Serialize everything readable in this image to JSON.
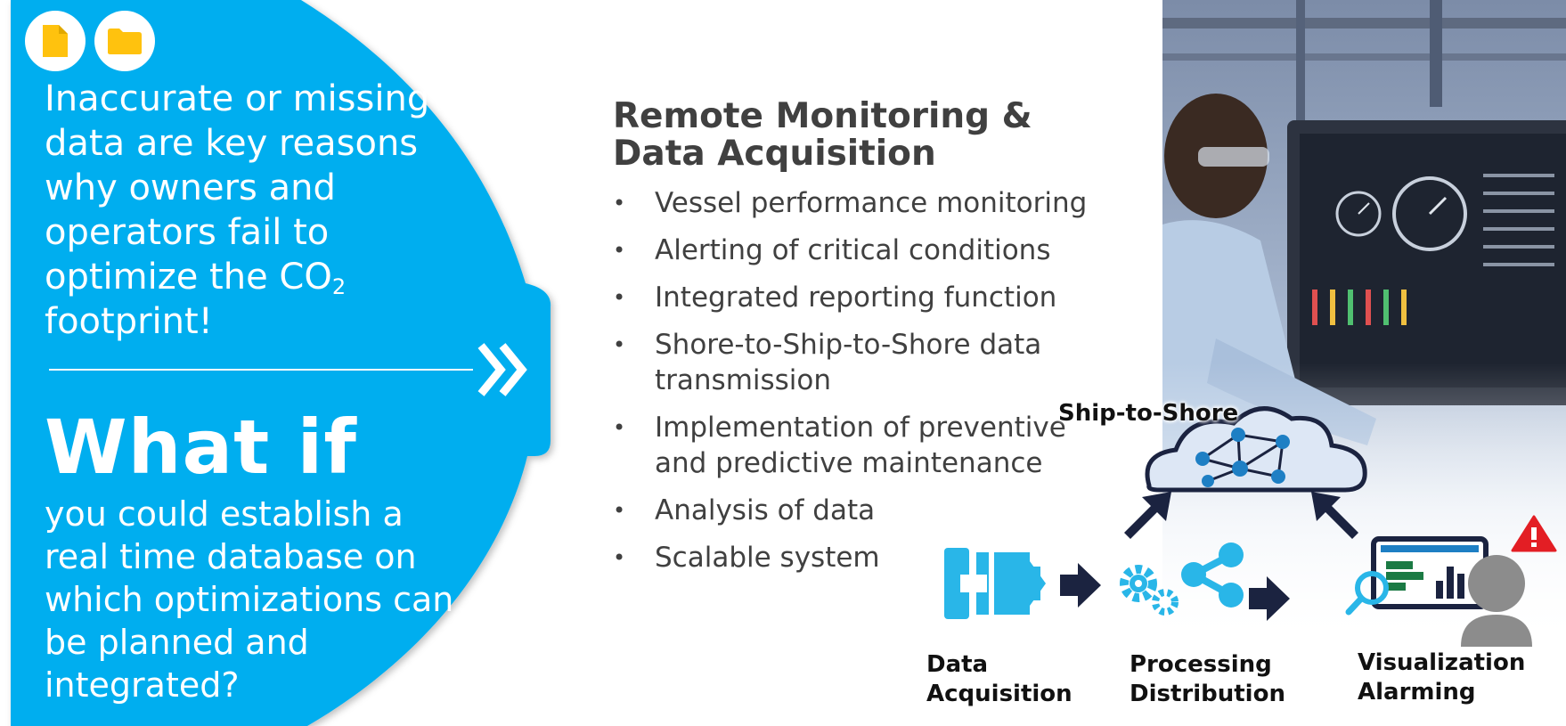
{
  "left_panel": {
    "statement_main": "Inaccurate or missing data are key reasons why owners and operators fail to optimize the CO",
    "statement_subscript": "2",
    "statement_tail": "footprint!",
    "what_if_heading": "What if",
    "what_if_question": "you could establish a real time database on which optimizations can be planned and integrated?",
    "icons": [
      "document-icon",
      "folder-icon",
      "chevron-double-right-icon"
    ],
    "colors": {
      "panel_blue": "#00AEEF",
      "icon_yellow": "#FFC20E"
    }
  },
  "middle": {
    "title_line1": "Remote Monitoring & ",
    "title_line2": "Data Acquisition",
    "features": [
      "Vessel performance monitoring",
      "Alerting of critical conditions",
      "Integrated reporting function",
      "Shore-to-Ship-to-Shore data transmission",
      "Implementation of preventive and predictive maintenance",
      "Analysis of data",
      "Scalable system"
    ],
    "text_color": "#404040"
  },
  "diagram": {
    "cloud_label": "Ship-to-Shore",
    "stages": [
      {
        "line1": "Data",
        "line2": "Acquisition"
      },
      {
        "line1": "Processing",
        "line2": "Distribution"
      },
      {
        "line1": "Visualization",
        "line2": "Alarming"
      }
    ],
    "icons": [
      "data-acquisition-icon",
      "arrow-right-icon",
      "gears-icon",
      "share-icon",
      "magnifier-icon",
      "dashboard-icon",
      "warning-icon",
      "user-icon",
      "cloud-network-icon"
    ],
    "colors": {
      "cyan": "#29B6E8",
      "navy": "#1B2340",
      "red_alert": "#E31E24",
      "cloud_fill": "#DDE7F5"
    }
  }
}
